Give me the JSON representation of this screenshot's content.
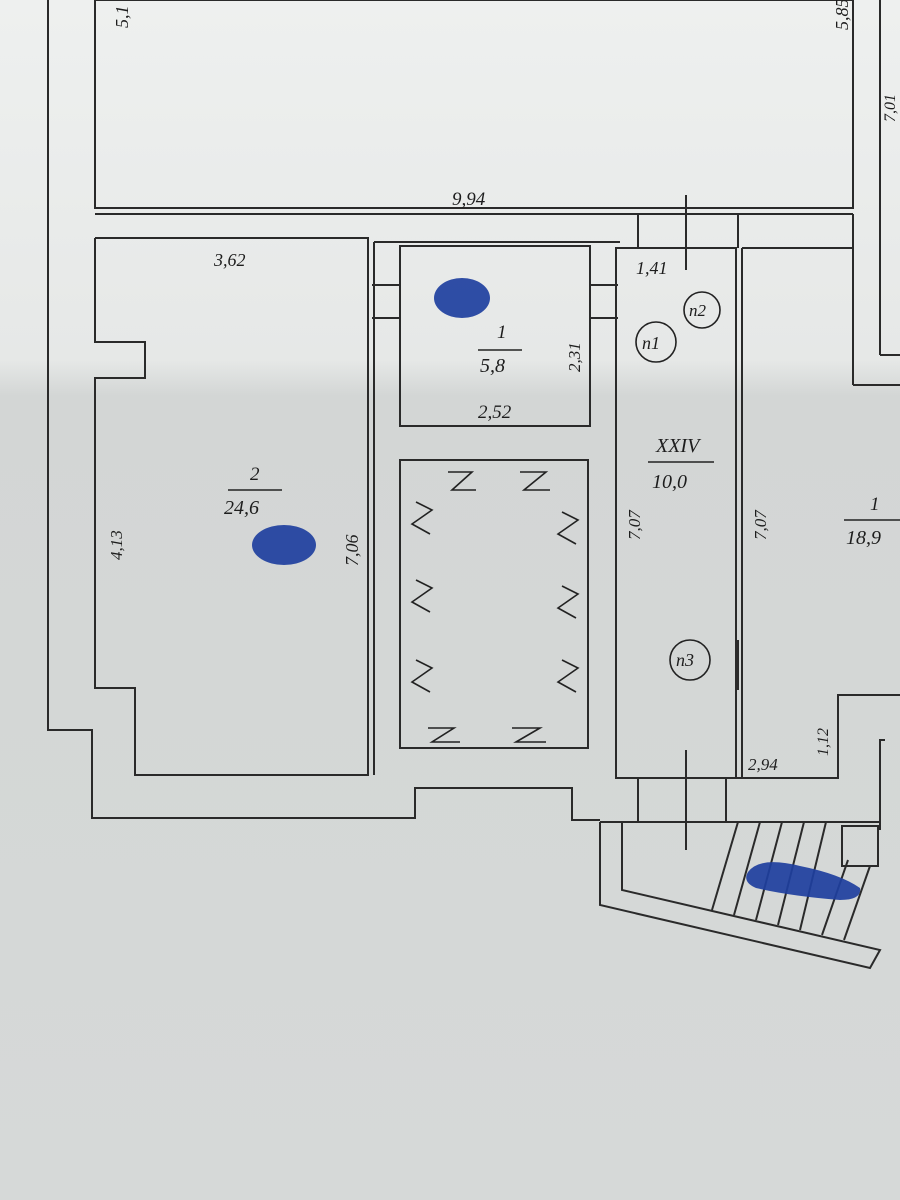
{
  "top_room": {
    "left_label": "5,1",
    "right_label": "5,85",
    "right_edge_label": "7,01",
    "bottom_width": "9,94"
  },
  "room_2": {
    "number": "2",
    "area": "24,6",
    "top_width": "3,62",
    "left_height": "4,13",
    "right_height": "7,06"
  },
  "room_1_small": {
    "number": "1",
    "area": "5,8",
    "width": "2,52",
    "height": "2,31"
  },
  "corridor": {
    "number": "XXIV",
    "area": "10,0",
    "width": "1,41",
    "left_height": "7,07",
    "right_height": "7,07",
    "markers": [
      "n1",
      "n2",
      "n3"
    ]
  },
  "room_1_right": {
    "number": "1",
    "area": "18,9",
    "bottom_width": "2,94",
    "small_height": "1,12"
  },
  "ink_marks_color": "#1e3f9e"
}
